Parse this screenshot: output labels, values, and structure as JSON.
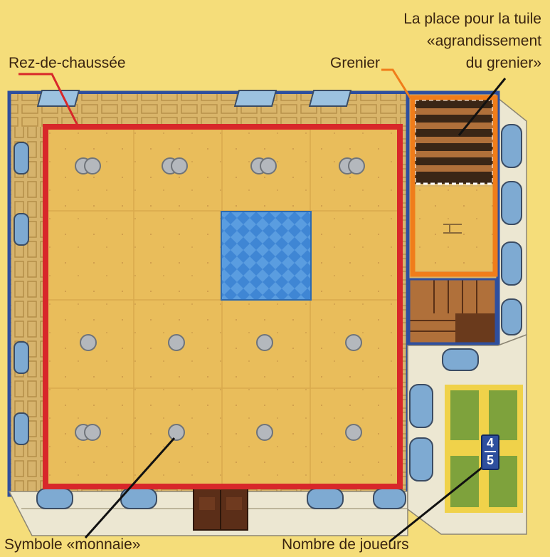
{
  "labels": {
    "ground_floor": "Rez-de-chaussée",
    "attic": "Grenier",
    "tile_place_line1": "La place pour la tuile",
    "tile_place_line2": "«agrandissement",
    "tile_place_line3": "du grenier»",
    "money_symbol": "Symbole «monnaie»",
    "player_count": "Nombre de joueurs"
  },
  "player_count_badge": {
    "top": "4",
    "bottom": "5"
  },
  "colors": {
    "background": "#f5dd7a",
    "ground_floor_frame": "#d8272a",
    "attic_frame": "#f07d1a",
    "outer_border": "#2e4f9e",
    "floor": "#e9bd5b",
    "pool": "#3f86d4",
    "garden": "#7ea23c"
  }
}
